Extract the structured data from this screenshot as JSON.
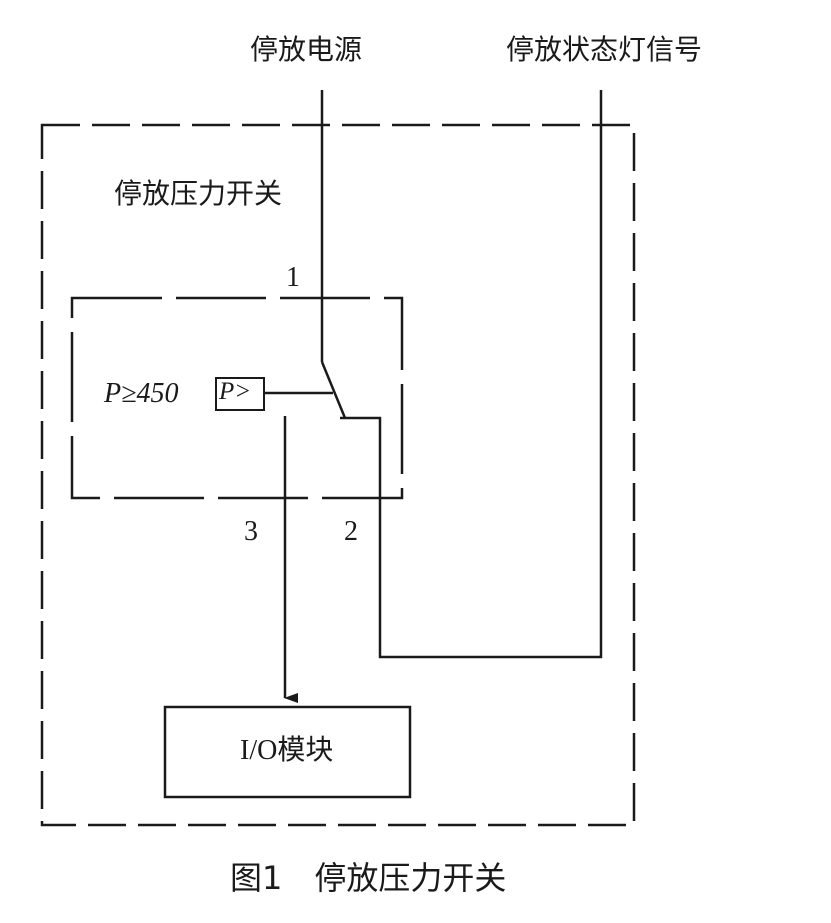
{
  "labels": {
    "power": "停放电源",
    "status_signal": "停放状态灯信号",
    "switch_name": "停放压力开关",
    "pressure_condition": "P≥450",
    "sensor": "P>",
    "io_module": "I/O模块"
  },
  "terminals": [
    "1",
    "2",
    "3"
  ],
  "caption": "图1　停放压力开关",
  "colors": {
    "line": "#1a1a1a",
    "background": "#ffffff"
  }
}
